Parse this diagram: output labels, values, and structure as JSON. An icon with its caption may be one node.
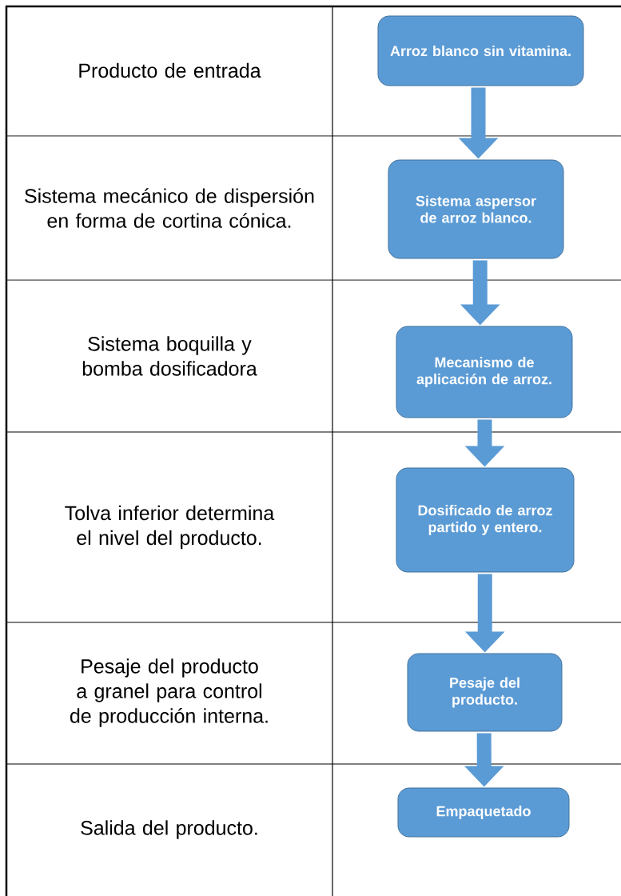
{
  "diagram": {
    "nodes": [
      {
        "text": [
          "Arroz blanco sin vitamina."
        ]
      },
      {
        "text": [
          "Sistema aspersor de arroz blanco."
        ]
      },
      {
        "text": [
          "Mecanismo de aplicación de arroz."
        ]
      },
      {
        "text": [
          "Dosificado de arroz partido y entero."
        ]
      },
      {
        "text": [
          "Pesaje del producto."
        ]
      },
      {
        "text": [
          "Empaquetado"
        ]
      }
    ],
    "edges": [
      {
        "from": 0,
        "to": 1,
        "arrow": "to"
      },
      {
        "from": 1,
        "to": 2,
        "arrow": "to"
      },
      {
        "from": 2,
        "to": 3,
        "arrow": "to"
      },
      {
        "from": 3,
        "to": 4,
        "arrow": "to"
      },
      {
        "from": 4,
        "to": 5,
        "arrow": "to"
      }
    ],
    "labels": [
      "Producto de entrada",
      "Sistema mecánico de dispersión en forma de cortina cónica.",
      "Sistema boquilla y bomba dosificadora",
      "Tolva inferior determina el nivel del producto.",
      "Pesaje del producto a granel para control de producción interna.",
      "Salida del producto."
    ]
  }
}
